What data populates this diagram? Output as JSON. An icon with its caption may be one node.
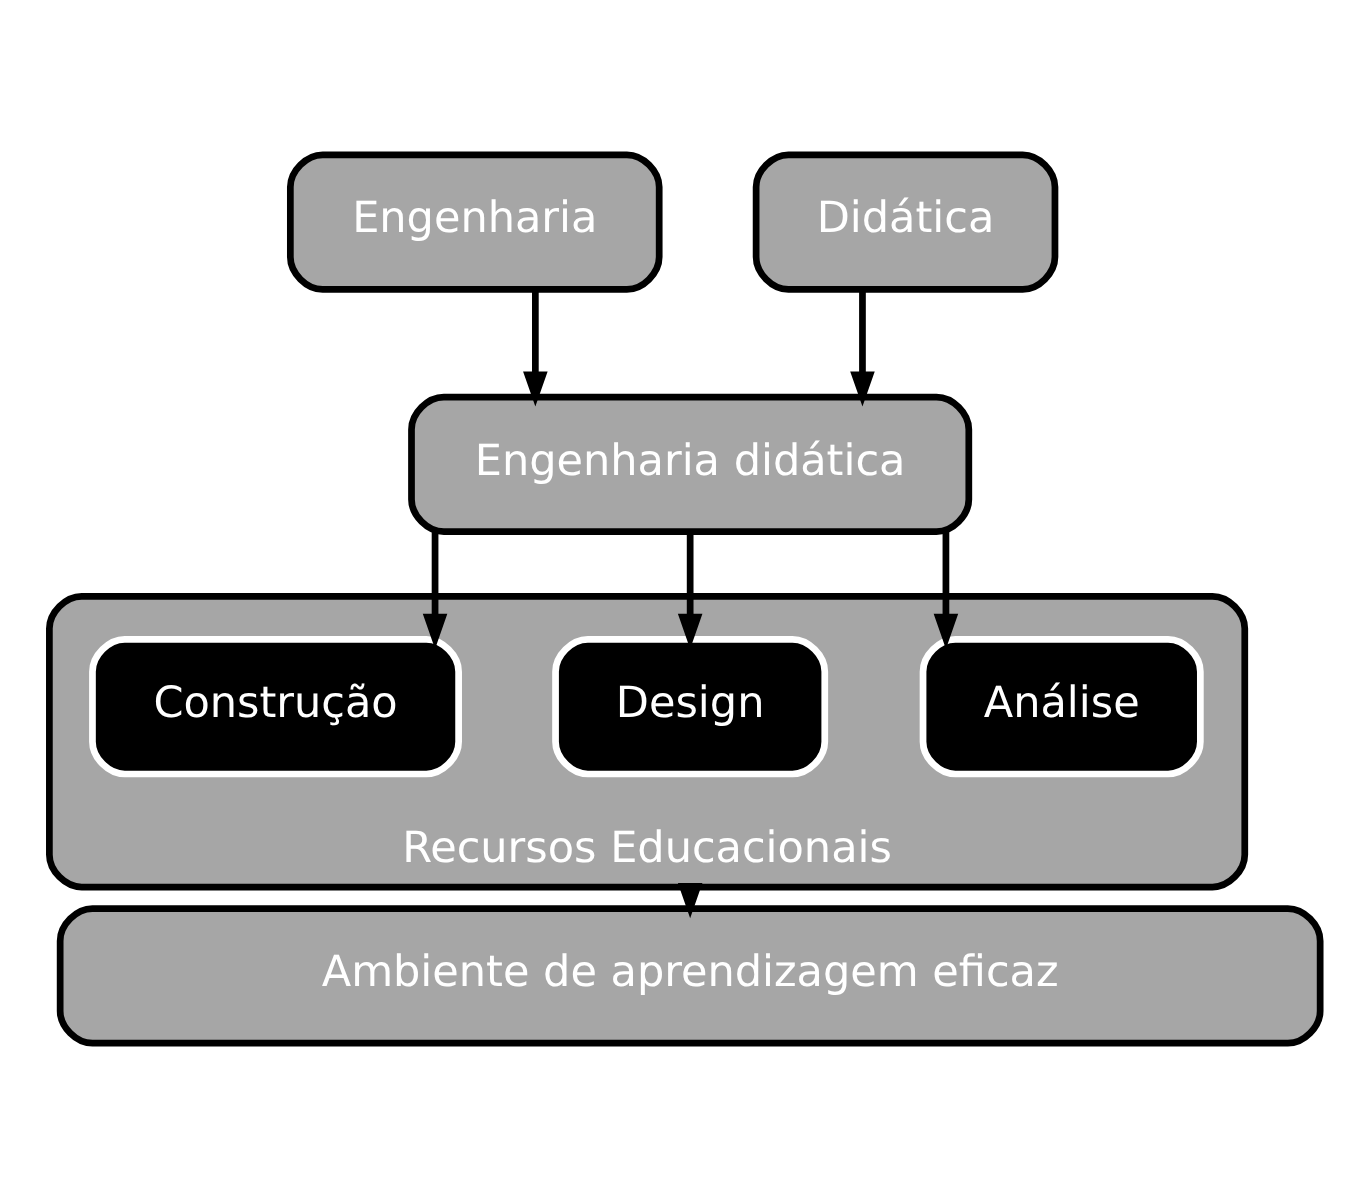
{
  "diagram": {
    "nodes": [
      {
        "text": [
          "Engenharia"
        ]
      },
      {
        "text": [
          "Didática"
        ]
      },
      {
        "text": [
          "Engenharia didática"
        ]
      },
      {
        "text": [
          "Recursos Educacionais"
        ]
      },
      {
        "text": [
          "Análise"
        ],
        "in": 3
      },
      {
        "text": [
          "Design"
        ],
        "in": 3
      },
      {
        "text": [
          "Construção"
        ],
        "in": 3
      },
      {
        "text": [
          "Ambiente de aprendizagem eficaz"
        ]
      }
    ],
    "edges": [
      {
        "from": 0,
        "to": 2,
        "arrow": "to"
      },
      {
        "from": 1,
        "to": 2,
        "arrow": "to"
      },
      {
        "from": 2,
        "to": 4,
        "arrow": "to"
      },
      {
        "from": 2,
        "to": 5,
        "arrow": "to"
      },
      {
        "from": 2,
        "to": 6,
        "arrow": "to"
      },
      {
        "from": 3,
        "to": 7,
        "arrow": "to"
      }
    ]
  }
}
